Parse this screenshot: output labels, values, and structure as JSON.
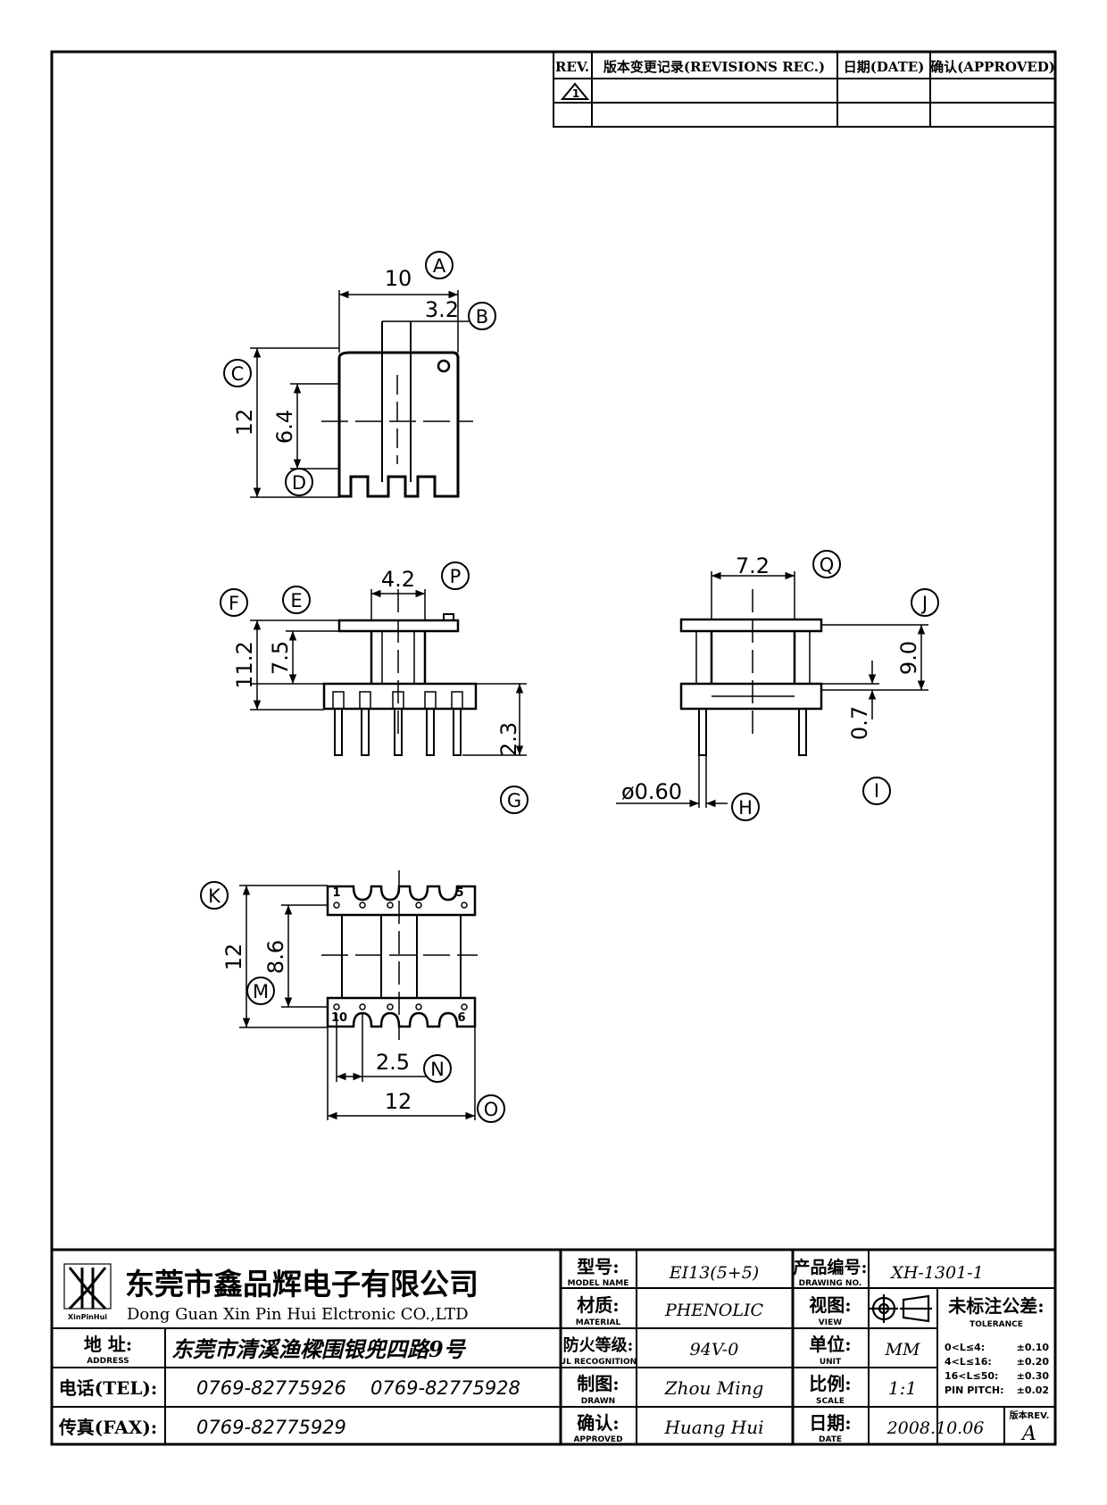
{
  "revision_table": {
    "rev_header": "REV.",
    "rec_header": "版本变更记录(REVISIONS REC.)",
    "date_header": "日期(DATE)",
    "approved_header": "确认(APPROVED)",
    "rev_1": "1"
  },
  "top_view": {
    "dims": {
      "width": "10",
      "slot": "3.2",
      "height": "12",
      "inner": "6.4"
    },
    "labels": {
      "a": "A",
      "b": "B",
      "c": "C",
      "d": "D"
    }
  },
  "front_view": {
    "dims": {
      "center": "4.2",
      "total": "11.2",
      "upper": "7.5",
      "pin": "2.3"
    },
    "labels": {
      "e": "E",
      "f": "F",
      "g": "G",
      "p": "P"
    }
  },
  "side_view": {
    "dims": {
      "width": "7.2",
      "height": "9.0",
      "flange": "0.7",
      "pin_dia": "ø0.60"
    },
    "labels": {
      "h": "H",
      "i": "I",
      "j": "J",
      "q": "Q"
    }
  },
  "bottom_view": {
    "dims": {
      "height": "12",
      "inner": "8.6",
      "pitch": "2.5",
      "width": "12"
    },
    "pins": {
      "p1": "1",
      "p5": "5",
      "p10": "10",
      "p6": "6"
    },
    "labels": {
      "k": "K",
      "m": "M",
      "n": "N",
      "o": "O"
    }
  },
  "title_block": {
    "company_cn": "东莞市鑫品辉电子有限公司",
    "company_en": "Dong Guan Xin Pin Hui Elctronic CO.,LTD",
    "logo_text": "XinPinHui",
    "address_label": "地 址:",
    "address_label_en": "ADDRESS",
    "address": "东莞市清溪渔樑围银兜四路9号",
    "tel_label": "电话(TEL):",
    "tel_1": "0769-82775926",
    "tel_2": "0769-82775928",
    "fax_label": "传真(FAX):",
    "fax": "0769-82775929",
    "model_label": "型号:",
    "model_label_en": "MODEL NAME",
    "model": "EI13(5+5)",
    "material_label": "材质:",
    "material_label_en": "MATERIAL",
    "material": "PHENOLIC",
    "ul_label": "防火等级:",
    "ul_label_en": "UL RECOGNITION",
    "ul": "94V-0",
    "drawn_label": "制图:",
    "drawn_label_en": "DRAWN",
    "drawn": "Zhou Ming",
    "approved_label": "确认:",
    "approved_label_en": "APPROVED",
    "approved": "Huang Hui",
    "drawing_no_label": "产品编号:",
    "drawing_no_label_en": "DRAWING NO.",
    "drawing_no": "XH-1301-1",
    "view_label": "视图:",
    "view_label_en": "VIEW",
    "unit_label": "单位:",
    "unit_label_en": "UNIT",
    "unit": "MM",
    "scale_label": "比例:",
    "scale_label_en": "SCALE",
    "scale": "1:1",
    "date_label": "日期:",
    "date_label_en": "DATE",
    "date": "2008.10.06",
    "tolerance_label": "未标注公差:",
    "tolerance_label_en": "TOLERANCE",
    "tol_1_range": "0<L≤4:",
    "tol_1_value": "±0.10",
    "tol_2_range": "4<L≤16:",
    "tol_2_value": "±0.20",
    "tol_3_range": "16<L≤50:",
    "tol_3_value": "±0.30",
    "tol_4_range": "PIN PITCH:",
    "tol_4_value": "±0.02",
    "version_label": "版本REV.",
    "version": "A"
  }
}
